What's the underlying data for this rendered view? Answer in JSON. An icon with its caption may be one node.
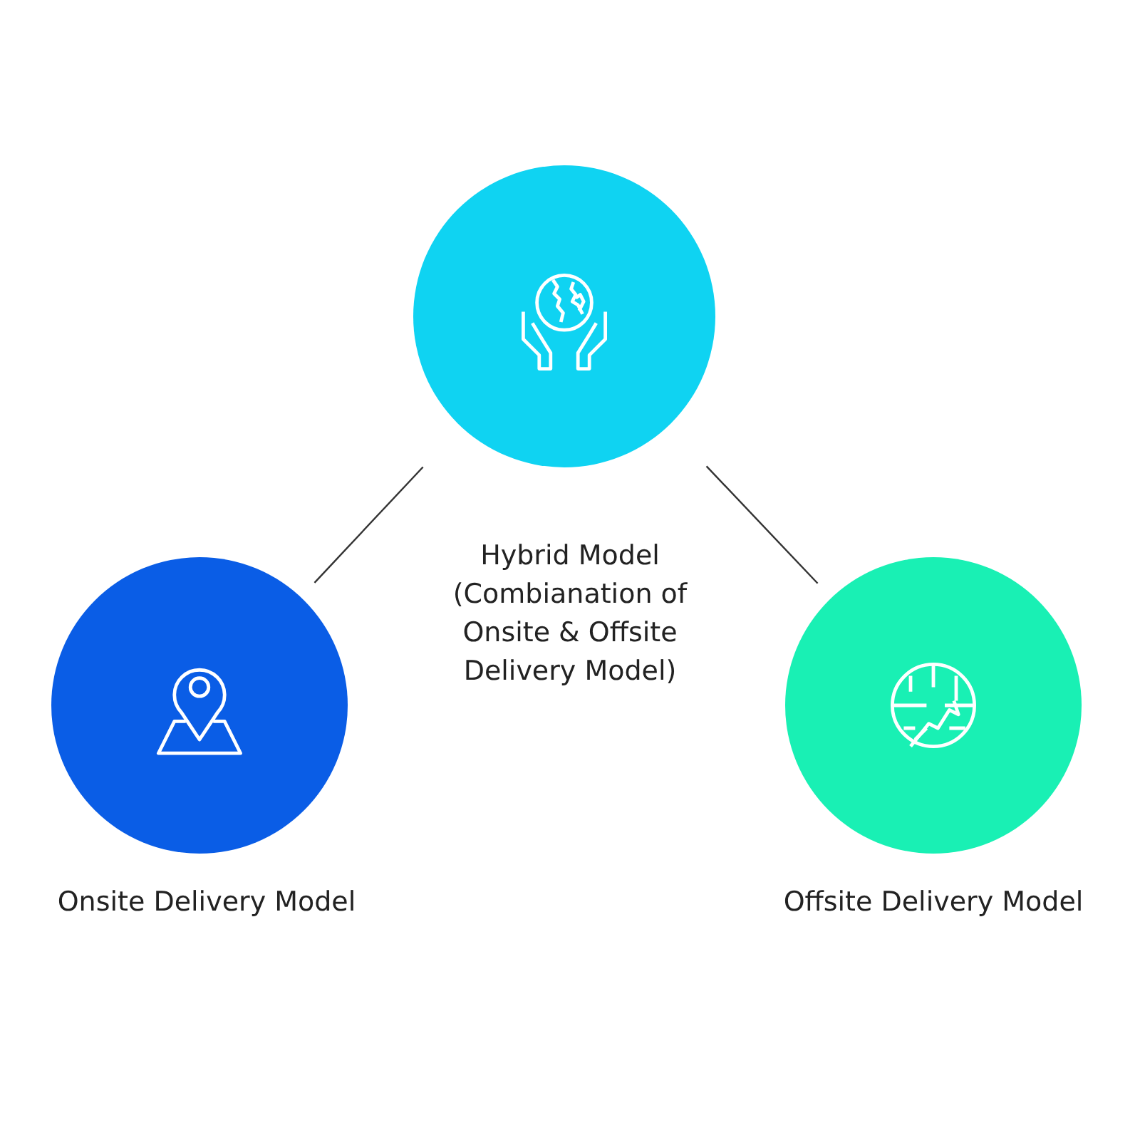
{
  "diagram": {
    "nodes": [
      {
        "text": [
          "Hybrid Model (Combianation of Onsite & Offsite  Delivery Model)"
        ]
      },
      {
        "text": [
          "Onsite Delivery Model"
        ]
      },
      {
        "text": [
          "Offsite Delivery Model"
        ]
      }
    ],
    "edges": [
      {
        "from": 0,
        "to": 1,
        "arrow": "none"
      },
      {
        "from": 0,
        "to": 2,
        "arrow": "none"
      }
    ]
  }
}
